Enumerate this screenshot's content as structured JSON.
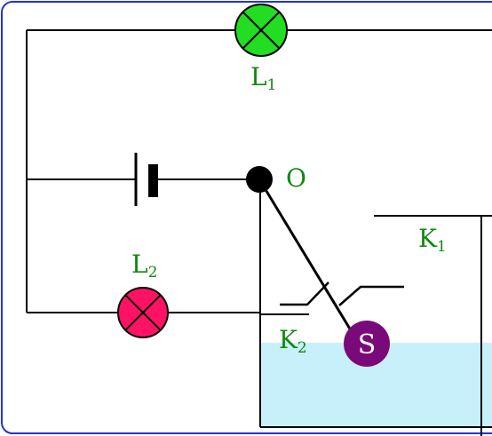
{
  "labels": {
    "l1": "L",
    "l1_sub": "1",
    "l2": "L",
    "l2_sub": "2",
    "k1": "K",
    "k1_sub": "1",
    "k2": "K",
    "k2_sub": "2",
    "pivot": "O",
    "float": "S"
  },
  "colors": {
    "frame": "#2233dd",
    "wire": "#000000",
    "label": "#118811",
    "lamp1": "#22dd22",
    "lamp2": "#ff1166",
    "float": "#7a0a7a",
    "water": "#c8f0fb"
  }
}
